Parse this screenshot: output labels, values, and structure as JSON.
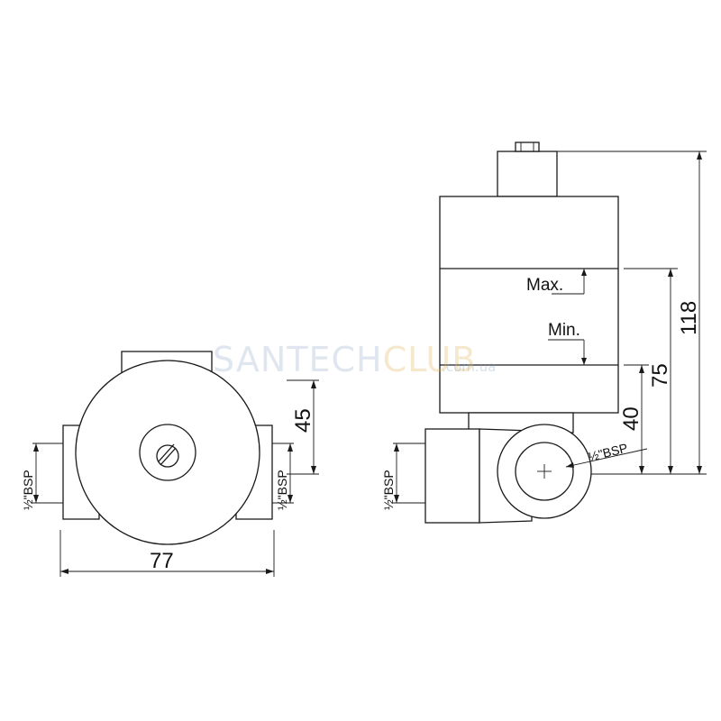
{
  "front_view": {
    "width_label": "77",
    "height_label": "45",
    "left_thread_label": "½\"BSP",
    "right_thread_label": "½\"BSP"
  },
  "side_view": {
    "max_label": "Max.",
    "min_label": "Min.",
    "total_height_label": "118",
    "body_height_label": "75",
    "outlet_height_label": "40",
    "outlet_thread_label": "½\"BSP",
    "left_thread_label": "½\"BSP"
  },
  "watermark": {
    "brand_part1": "SANTECH",
    "brand_part2": "CLUB",
    "domain": ".com.ua",
    "color1": "#8fa8c8",
    "color2": "#e2b04a"
  }
}
